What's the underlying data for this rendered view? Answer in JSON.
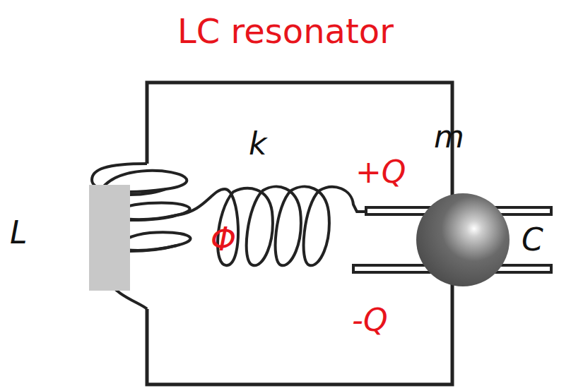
{
  "diagram": {
    "title": "LC resonator",
    "labels": [
      "k",
      "m",
      "+Q",
      "L",
      "Φ",
      "C",
      "-Q"
    ]
  }
}
